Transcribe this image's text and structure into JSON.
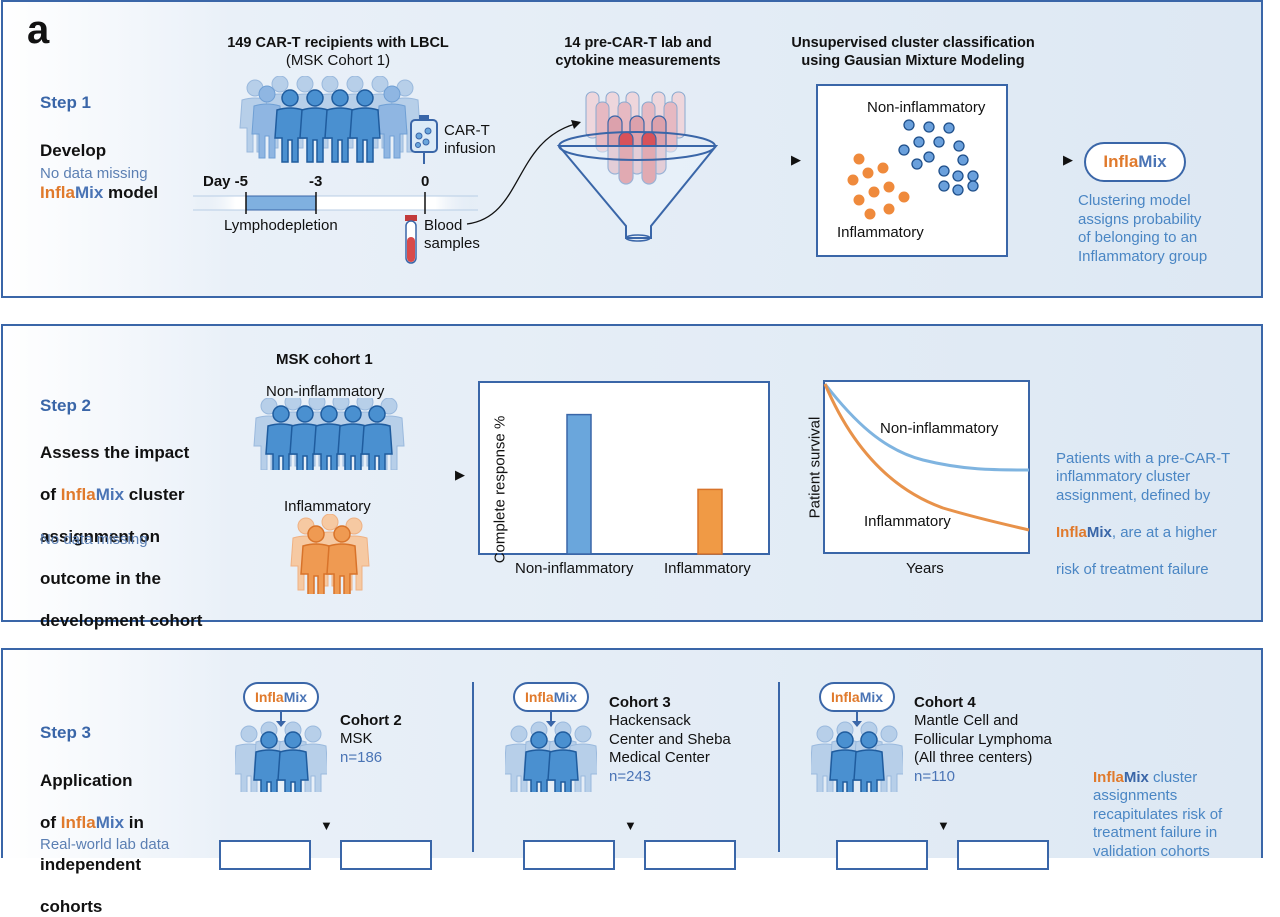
{
  "panel_letter": "a",
  "step1": {
    "step_label": "Step 1",
    "title_line1": "Develop",
    "title_brand_a": "Infla",
    "title_brand_b": "Mix",
    "title_rest": " model",
    "data_note": "No data missing",
    "recipients_header": "149 CAR-T recipients with LBCL",
    "recipients_sub": "(MSK Cohort 1)",
    "cart_infusion": "CAR-T\ninfusion",
    "timeline": {
      "day_label": "Day -5",
      "tick_minus3": "-3",
      "tick_0": "0",
      "phase_label": "Lymphodepletion"
    },
    "blood_samples": "Blood\nsamples",
    "measurements_header": "14 pre-CAR-T lab and\ncytokine measurements",
    "cluster_header": "Unsupervised cluster classification\nusing Gausian Mixture Modeling",
    "cluster_labels": {
      "non_inflammatory": "Non-inflammatory",
      "inflammatory": "Inflammatory"
    },
    "model_pill": {
      "a": "Infla",
      "b": "Mix"
    },
    "model_desc": "Clustering model\nassigns probability\nof belonging to an\nInflammatory group"
  },
  "step2": {
    "step_label": "Step 2",
    "title_l1": "Assess the impact",
    "title_l2_pre": "of ",
    "title_l2_brand_a": "Infla",
    "title_l2_brand_b": "Mix",
    "title_l2_post": " cluster",
    "title_l3": "assignment on",
    "title_l4": "outcome in the",
    "title_l5": "development cohort",
    "data_note": "No data missing",
    "cohort_header": "MSK cohort 1",
    "group_non": "Non-inflammatory",
    "group_inf": "Inflammatory",
    "bar_chart": {
      "ylabel": "Complete response %",
      "categories": [
        "Non-inflammatory",
        "Inflammatory"
      ],
      "values": [
        82,
        38
      ],
      "colors": [
        "#6aa6dc",
        "#f09a45"
      ]
    },
    "survival_chart": {
      "ylabel": "Patient survival",
      "xlabel": "Years",
      "curve_non": "Non-inflammatory",
      "curve_inf": "Inflammatory",
      "color_non": "#7fb4e0",
      "color_inf": "#e8924a"
    },
    "side_pre": "Patients with a pre-CAR-T\ninflammatory cluster\nassignment, defined by",
    "side_brand_a": "Infla",
    "side_brand_b": "Mix",
    "side_post": ", are at a higher",
    "side_last": "risk of treatment failure"
  },
  "step3": {
    "step_label": "Step 3",
    "title_l1": "Application",
    "title_l2_pre": "of ",
    "title_l2_brand_a": "Infla",
    "title_l2_brand_b": "Mix",
    "title_l2_post": " in",
    "title_l3": "independent",
    "title_l4": "cohorts",
    "data_note": "Real-world lab data",
    "cohorts": [
      {
        "pill_a": "Infla",
        "pill_b": "Mix",
        "name": "Cohort 2",
        "desc": "MSK",
        "n": "n=186"
      },
      {
        "pill_a": "Infla",
        "pill_b": "Mix",
        "name": "Cohort 3",
        "desc": "Hackensack\nCenter and Sheba\nMedical Center",
        "n": "n=243"
      },
      {
        "pill_a": "Infla",
        "pill_b": "Mix",
        "name": "Cohort 4",
        "desc": "Mantle Cell and\nFollicular Lymphoma\n(All three centers)",
        "n": "n=110"
      }
    ],
    "side_brand_a": "Infla",
    "side_brand_b": "Mix",
    "side_rest": " cluster\nassignments\nrecapitulates risk of\ntreatment failure in\nvalidation cohorts"
  }
}
